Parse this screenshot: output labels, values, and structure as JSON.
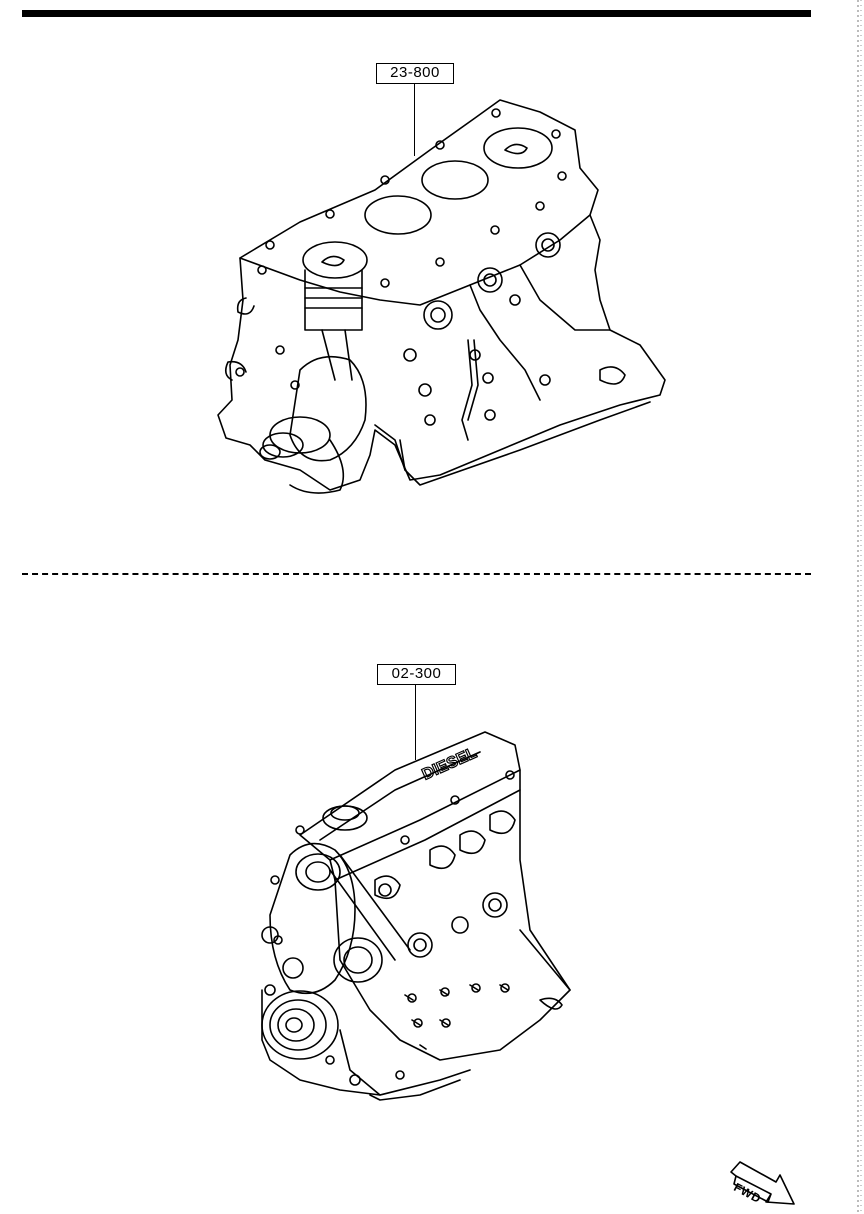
{
  "header": {},
  "callouts": {
    "cylinder_block": "23-800",
    "engine_assembly": "02-300"
  },
  "engine": {
    "valve_cover_text": "DIESEL"
  },
  "direction": {
    "label": "FWD"
  },
  "icons": {
    "direction": "fwd-arrow-icon"
  },
  "colors": {
    "ink": "#000000",
    "paper": "#ffffff"
  }
}
